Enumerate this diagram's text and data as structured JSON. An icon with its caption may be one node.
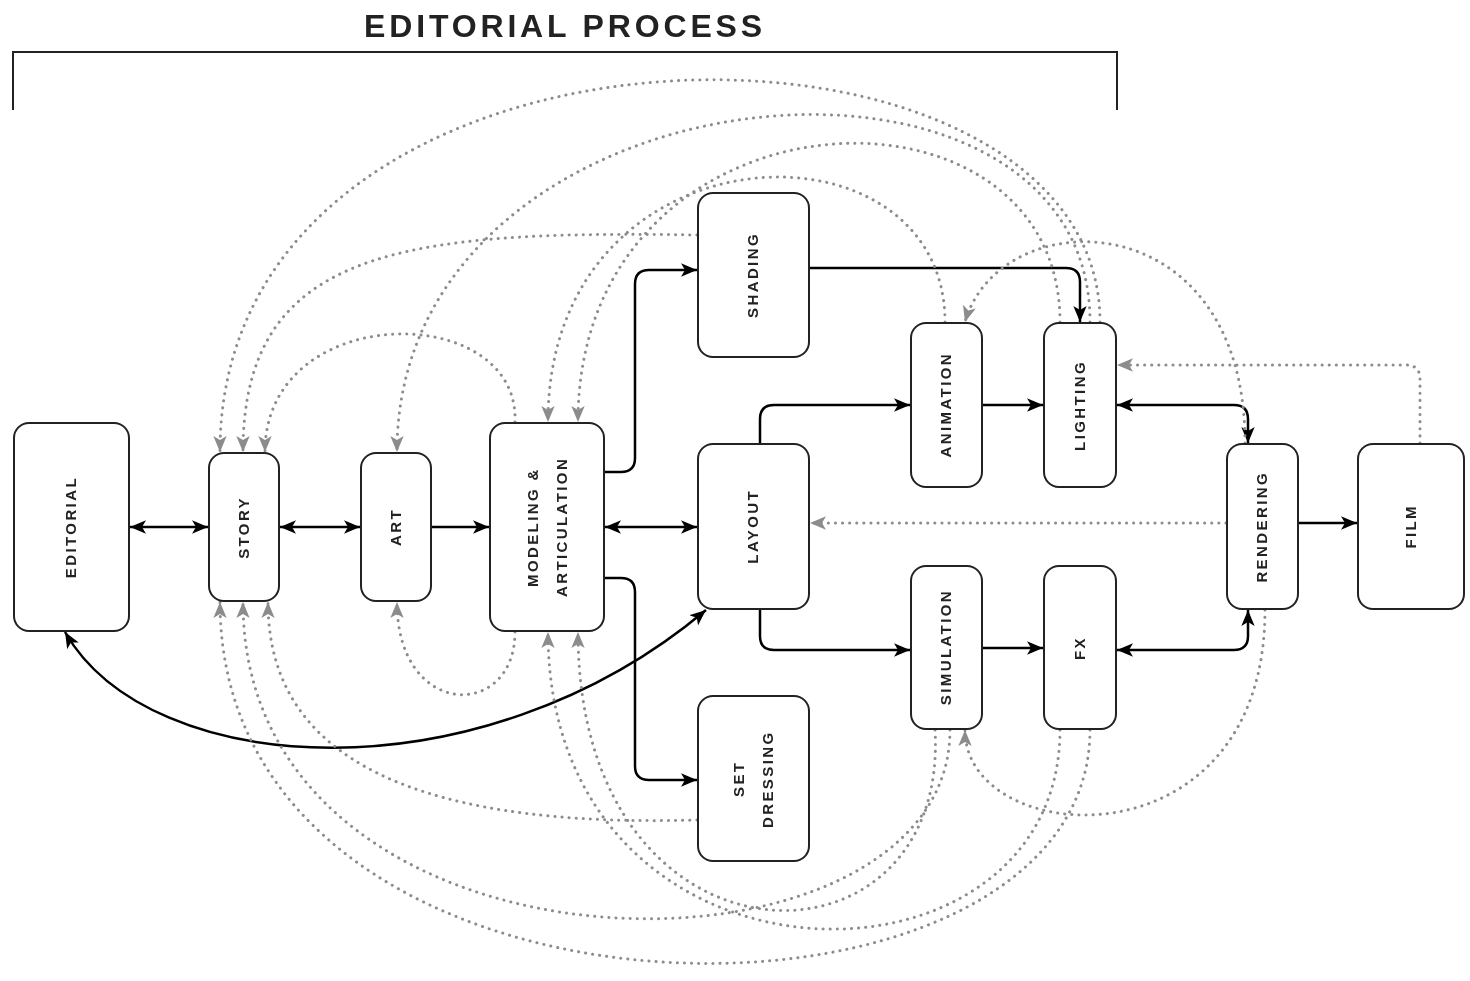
{
  "diagram": {
    "title": "EDITORIAL PROCESS",
    "nodes": [
      {
        "text": [
          "EDITORIAL"
        ]
      },
      {
        "text": [
          "STORY"
        ]
      },
      {
        "text": [
          "ART"
        ]
      },
      {
        "text": [
          "MODELING & ARTICULATION"
        ]
      },
      {
        "text": [
          "SHADING"
        ]
      },
      {
        "text": [
          "LAYOUT"
        ]
      },
      {
        "text": [
          "SET DRESSING"
        ]
      },
      {
        "text": [
          "ANIMATION"
        ]
      },
      {
        "text": [
          "LIGHTING"
        ]
      },
      {
        "text": [
          "SIMULATION"
        ]
      },
      {
        "text": [
          "FX"
        ]
      },
      {
        "text": [
          "RENDERING"
        ]
      },
      {
        "text": [
          "FILM"
        ]
      }
    ],
    "edges": [
      {
        "from": 0,
        "to": 1,
        "arrow": "both",
        "color": "#000000"
      },
      {
        "from": 1,
        "to": 2,
        "arrow": "both",
        "color": "#000000"
      },
      {
        "from": 2,
        "to": 3,
        "arrow": "to",
        "color": "#000000"
      },
      {
        "from": 3,
        "to": 4,
        "arrow": "to",
        "color": "#000000"
      },
      {
        "from": 3,
        "to": 5,
        "arrow": "both",
        "color": "#000000"
      },
      {
        "from": 3,
        "to": 6,
        "arrow": "to",
        "color": "#000000"
      },
      {
        "from": 0,
        "to": 5,
        "arrow": "both",
        "color": "#000000"
      },
      {
        "from": 5,
        "to": 7,
        "arrow": "to",
        "color": "#000000"
      },
      {
        "from": 5,
        "to": 9,
        "arrow": "to",
        "color": "#000000"
      },
      {
        "from": 7,
        "to": 8,
        "arrow": "to",
        "color": "#000000"
      },
      {
        "from": 9,
        "to": 10,
        "arrow": "to",
        "color": "#000000"
      },
      {
        "from": 4,
        "to": 8,
        "arrow": "to",
        "color": "#000000"
      },
      {
        "from": 8,
        "to": 11,
        "arrow": "both",
        "color": "#000000"
      },
      {
        "from": 10,
        "to": 11,
        "arrow": "both",
        "color": "#000000"
      },
      {
        "from": 11,
        "to": 12,
        "arrow": "to",
        "color": "#000000"
      },
      {
        "from": 11,
        "to": 5,
        "arrow": "to",
        "style": "dashed",
        "color": "#8c8c8c"
      },
      {
        "from": 12,
        "to": 8,
        "arrow": "to",
        "style": "dashed",
        "color": "#8c8c8c"
      },
      {
        "from": 11,
        "to": 7,
        "arrow": "to",
        "style": "dashed",
        "color": "#8c8c8c"
      },
      {
        "from": 8,
        "to": 1,
        "arrow": "to",
        "style": "dashed",
        "color": "#8c8c8c"
      },
      {
        "from": 4,
        "to": 1,
        "arrow": "to",
        "style": "dashed",
        "color": "#8c8c8c"
      },
      {
        "from": 3,
        "to": 1,
        "arrow": "to",
        "style": "dashed",
        "color": "#8c8c8c"
      },
      {
        "from": 8,
        "to": 2,
        "arrow": "to",
        "style": "dashed",
        "color": "#8c8c8c"
      },
      {
        "from": 8,
        "to": 3,
        "arrow": "to",
        "style": "dashed",
        "color": "#8c8c8c"
      },
      {
        "from": 7,
        "to": 3,
        "arrow": "to",
        "style": "dashed",
        "color": "#8c8c8c"
      },
      {
        "from": 6,
        "to": 1,
        "arrow": "to",
        "style": "dashed",
        "color": "#8c8c8c"
      },
      {
        "from": 9,
        "to": 1,
        "arrow": "to",
        "style": "dashed",
        "color": "#8c8c8c"
      },
      {
        "from": 10,
        "to": 1,
        "arrow": "to",
        "style": "dashed",
        "color": "#8c8c8c"
      },
      {
        "from": 3,
        "to": 2,
        "arrow": "to",
        "style": "dashed",
        "color": "#8c8c8c"
      },
      {
        "from": 9,
        "to": 3,
        "arrow": "to",
        "style": "dashed",
        "color": "#8c8c8c"
      },
      {
        "from": 10,
        "to": 3,
        "arrow": "to",
        "style": "dashed",
        "color": "#8c8c8c"
      },
      {
        "from": 11,
        "to": 9,
        "arrow": "to",
        "style": "dashed",
        "color": "#8c8c8c"
      }
    ]
  }
}
